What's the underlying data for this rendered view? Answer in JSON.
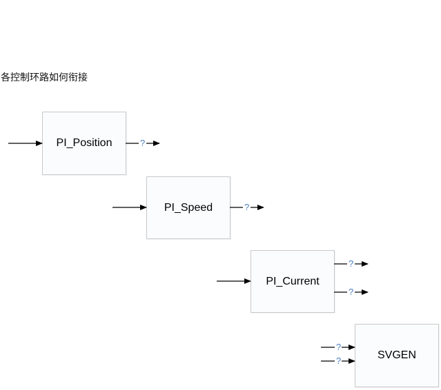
{
  "title": "各控制环路如何衔接",
  "blocks": [
    {
      "id": "pi-position",
      "label": "PI_Position"
    },
    {
      "id": "pi-speed",
      "label": "PI_Speed"
    },
    {
      "id": "pi-current",
      "label": "PI_Current"
    },
    {
      "id": "svgen",
      "label": "SVGEN"
    }
  ],
  "unknown_signal_label": "?",
  "colors": {
    "box_border": "#c8c8c8",
    "box_fill": "#fbfcfe",
    "question_mark": "#4a7fc1",
    "wire": "#000000"
  }
}
